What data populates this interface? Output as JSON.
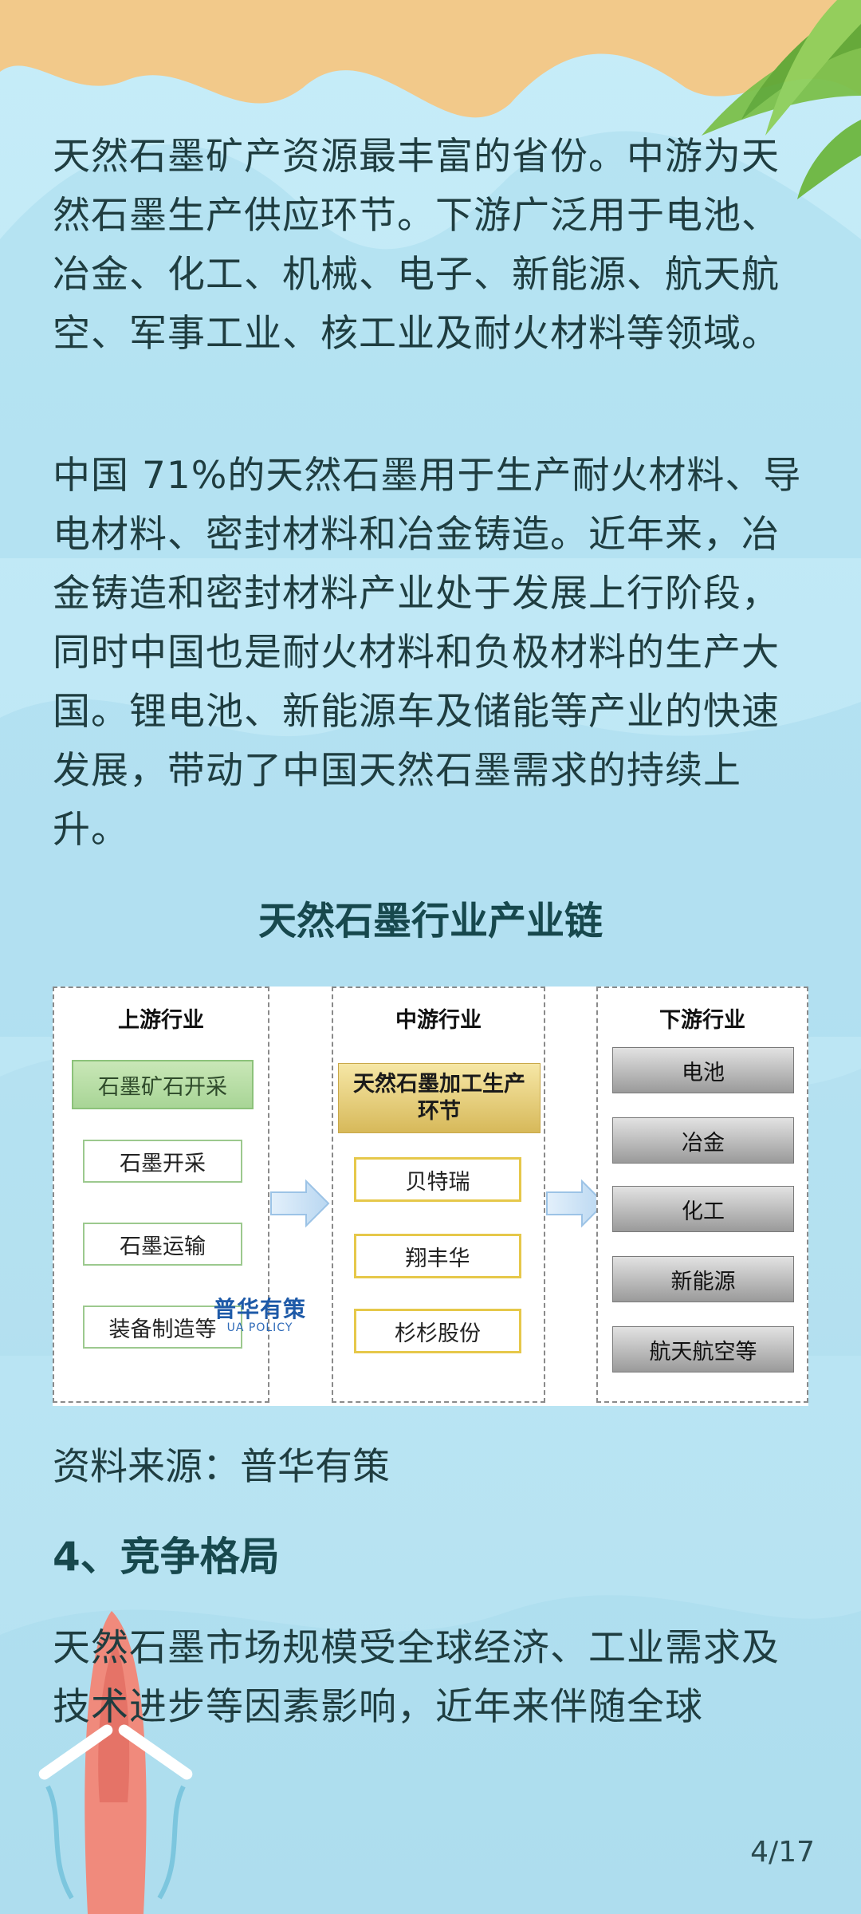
{
  "paragraphs": [
    "天然石墨矿产资源最丰富的省份。中游为天然石墨生产供应环节。下游广泛用于电池、冶金、化工、机械、电子、新能源、航天航空、军事工业、核工业及耐火材料等领域。",
    "中国 71%的天然石墨用于生产耐火材料、导电材料、密封材料和冶金铸造。近年来，冶金铸造和密封材料产业处于发展上行阶段，同时中国也是耐火材料和负极材料的生产大国。锂电池、新能源车及储能等产业的快速发展，带动了中国天然石墨需求的持续上升。",
    "天然石墨市场规模受全球经济、工业需求及技术进步等因素影响，近年来伴随全球"
  ],
  "chart_title": "天然石墨行业产业链",
  "diagram": {
    "upstream": {
      "header": "上游行业",
      "highlight": "石墨矿石开采",
      "items": [
        "石墨开采",
        "石墨运输",
        "装备制造等"
      ]
    },
    "midstream": {
      "header": "中游行业",
      "highlight": "天然石墨加工生产环节",
      "items": [
        "贝特瑞",
        "翔丰华",
        "杉杉股份"
      ]
    },
    "downstream": {
      "header": "下游行业",
      "items": [
        "电池",
        "冶金",
        "化工",
        "新能源",
        "航天航空等"
      ]
    },
    "watermark": {
      "main": "普华有策",
      "sub": "UA POLICY"
    }
  },
  "source": "资料来源：普华有策",
  "section_heading": "4、竞争格局",
  "page_indicator": "4/17",
  "colors": {
    "background": "#bfe6f3",
    "text": "#1f3d40",
    "heading": "#17484d",
    "upstream_accent": "#a8d596",
    "midstream_accent": "#d7b95a",
    "downstream_accent": "#9a9a9a"
  }
}
